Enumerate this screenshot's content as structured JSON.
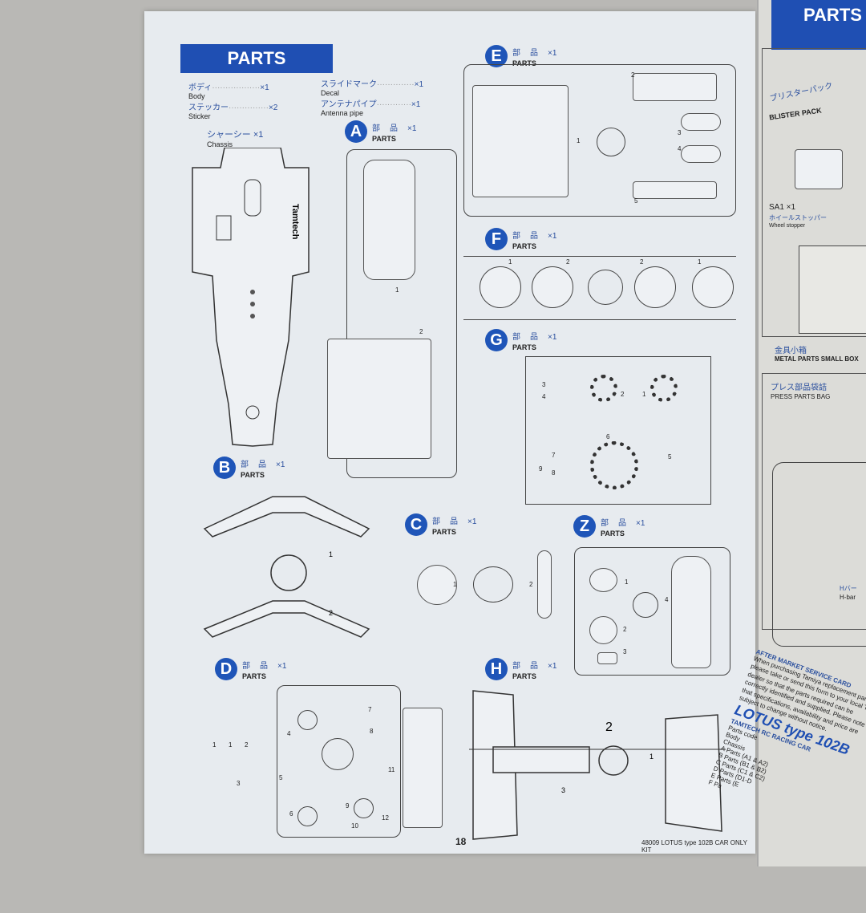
{
  "page": {
    "title": "PARTS",
    "page_number": "18",
    "footer": "48009 LOTUS type 102B CAR ONLY KIT"
  },
  "contents": [
    {
      "jp": "ボディ",
      "en": "Body",
      "qty": "×1"
    },
    {
      "jp": "ステッカー",
      "en": "Sticker",
      "qty": "×2"
    },
    {
      "jp": "スライドマーク",
      "en": "Decal",
      "qty": "×1"
    },
    {
      "jp": "アンテナパイプ",
      "en": "Antenna pipe",
      "qty": "×1"
    }
  ],
  "chassis": {
    "jp": "シャーシー ×1",
    "en": "Chassis",
    "logo": "Tamtech"
  },
  "sections": {
    "A": {
      "letter": "A",
      "jp": "部品",
      "qty": "×1",
      "en": "PARTS",
      "nums": [
        "1",
        "2"
      ]
    },
    "B": {
      "letter": "B",
      "jp": "部品",
      "qty": "×1",
      "en": "PARTS",
      "nums": [
        "1",
        "2"
      ]
    },
    "C": {
      "letter": "C",
      "jp": "部品",
      "qty": "×1",
      "en": "PARTS",
      "nums": [
        "1",
        "2"
      ]
    },
    "D": {
      "letter": "D",
      "jp": "部品",
      "qty": "×1",
      "en": "PARTS",
      "nums": [
        "1",
        "2",
        "3",
        "4",
        "5",
        "6",
        "7",
        "8",
        "9",
        "10",
        "11",
        "12"
      ]
    },
    "E": {
      "letter": "E",
      "jp": "部品",
      "qty": "×1",
      "en": "PARTS",
      "nums": [
        "1",
        "2",
        "3",
        "4",
        "5"
      ]
    },
    "F": {
      "letter": "F",
      "jp": "部品",
      "qty": "×1",
      "en": "PARTS",
      "nums": [
        "1",
        "2",
        "2",
        "1"
      ]
    },
    "G": {
      "letter": "G",
      "jp": "部品",
      "qty": "×1",
      "en": "PARTS",
      "nums": [
        "1",
        "2",
        "3",
        "4",
        "5",
        "6",
        "7",
        "8",
        "9"
      ]
    },
    "Z": {
      "letter": "Z",
      "jp": "部品",
      "qty": "×1",
      "en": "PARTS",
      "nums": [
        "1",
        "2",
        "3",
        "4"
      ]
    },
    "H": {
      "letter": "H",
      "jp": "部品",
      "qty": "×1",
      "en": "PARTS",
      "nums": [
        "1",
        "2",
        "3"
      ]
    }
  },
  "right_page": {
    "title": "PARTS",
    "blister_jp": "ブリスターパック",
    "blister_en": "BLISTER PACK",
    "sa1": "SA1 ×1",
    "sa1_jp": "ホイールストッパー",
    "sa1_en": "Wheel stopper",
    "metal_jp": "金具小箱",
    "metal_en": "METAL PARTS SMALL BOX",
    "press_jp": "プレス部品袋詰",
    "press_en": "PRESS PARTS BAG",
    "hbar_jp": "Hバー",
    "hbar_en": "H-bar",
    "service_title": "AFTER MARKET SERVICE CARD",
    "service_text": "When purchasing Tamiya replacement parts, please take or send this form to your local T dealer so that the parts required can be correctly identified and supplied. Please note that specifications, availability and price are subject to change without notice.",
    "logo": "LOTUS type 102B",
    "logo_sub": "TAMTECH RC RACING CAR",
    "parts_code_label": "Parts code",
    "parts_list": [
      "Body",
      "Chassis",
      "A Parts (A1 & A2)",
      "B Parts (B1 & B2)",
      "C Parts (C1 & C2)",
      "D Parts (D1-D",
      "E Parts (E",
      "F Pa"
    ]
  }
}
